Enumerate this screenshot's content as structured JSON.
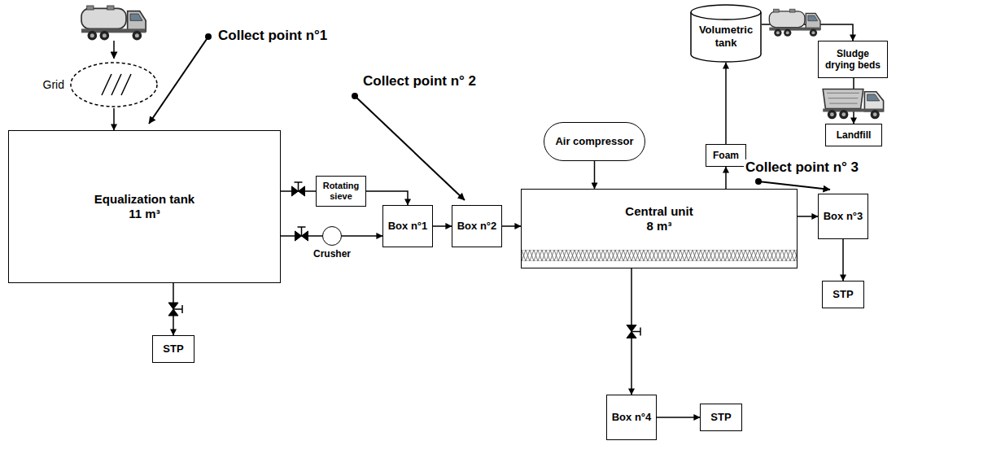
{
  "diagram": {
    "nodes": [
      {
        "text": [
          "Grid"
        ]
      },
      {
        "text": [
          "Equalization tank",
          "11 m³"
        ]
      },
      {
        "text": [
          "Rotating sieve"
        ]
      },
      {
        "text": [
          "Crusher"
        ]
      },
      {
        "text": [
          "Box n°1"
        ]
      },
      {
        "text": [
          "Box n°2"
        ]
      },
      {
        "text": [
          "STP"
        ]
      },
      {
        "text": [
          "Air compressor"
        ]
      },
      {
        "text": [
          "Central unit",
          "8 m³"
        ]
      },
      {
        "text": [
          "Foam"
        ]
      },
      {
        "text": [
          "Volumetric tank"
        ]
      },
      {
        "text": [
          "Box n°3"
        ]
      },
      {
        "text": [
          "STP"
        ]
      },
      {
        "text": [
          "Box n°4"
        ]
      },
      {
        "text": [
          "STP"
        ]
      },
      {
        "text": [
          "Sludge drying beds"
        ]
      },
      {
        "text": [
          "Landfill"
        ]
      }
    ],
    "edges": [
      {
        "from": 0,
        "to": 1,
        "arrow": "to"
      },
      {
        "from": 1,
        "to": 2,
        "arrow": "none"
      },
      {
        "from": 1,
        "to": 3,
        "arrow": "none"
      },
      {
        "from": 2,
        "to": 4,
        "arrow": "to"
      },
      {
        "from": 3,
        "to": 4,
        "arrow": "to"
      },
      {
        "from": 1,
        "to": 6,
        "arrow": "to"
      },
      {
        "from": 4,
        "to": 5,
        "arrow": "to"
      },
      {
        "from": 5,
        "to": 8,
        "arrow": "to"
      },
      {
        "from": 7,
        "to": 8,
        "arrow": "to"
      },
      {
        "from": 8,
        "to": 9,
        "arrow": "to"
      },
      {
        "from": 9,
        "to": 10,
        "arrow": "to"
      },
      {
        "from": 8,
        "to": 11,
        "arrow": "to"
      },
      {
        "from": 11,
        "to": 12,
        "arrow": "to"
      },
      {
        "from": 8,
        "to": 13,
        "arrow": "to"
      },
      {
        "from": 13,
        "to": 14,
        "arrow": "to"
      },
      {
        "from": 10,
        "to": 15,
        "arrow": "to"
      },
      {
        "from": 15,
        "to": 16,
        "arrow": "to"
      }
    ],
    "labels": [
      "Collect point n°1",
      "Collect point n° 2",
      "Collect point n° 3"
    ]
  }
}
